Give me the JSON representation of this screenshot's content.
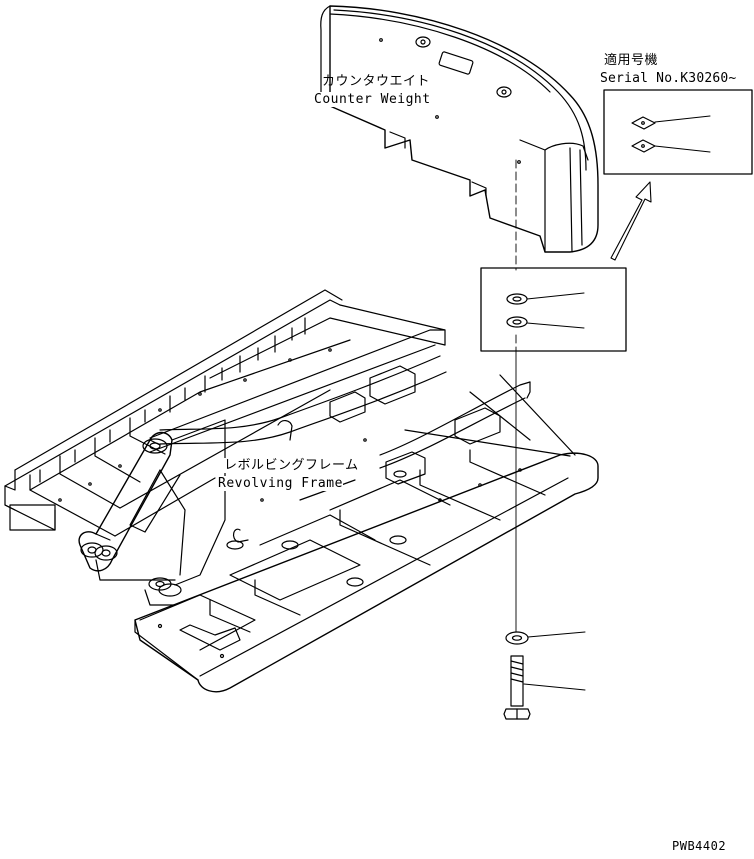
{
  "counterweight": {
    "label_jp": "カウンタウエイト",
    "label_en": "Counter Weight"
  },
  "frame": {
    "label_jp": "レボルビングフレーム",
    "label_en": "Revolving Frame"
  },
  "serial_callout": {
    "label_jp": "適用号機",
    "serial": "Serial No.K30260~"
  },
  "drawing_code": "PWB4402"
}
